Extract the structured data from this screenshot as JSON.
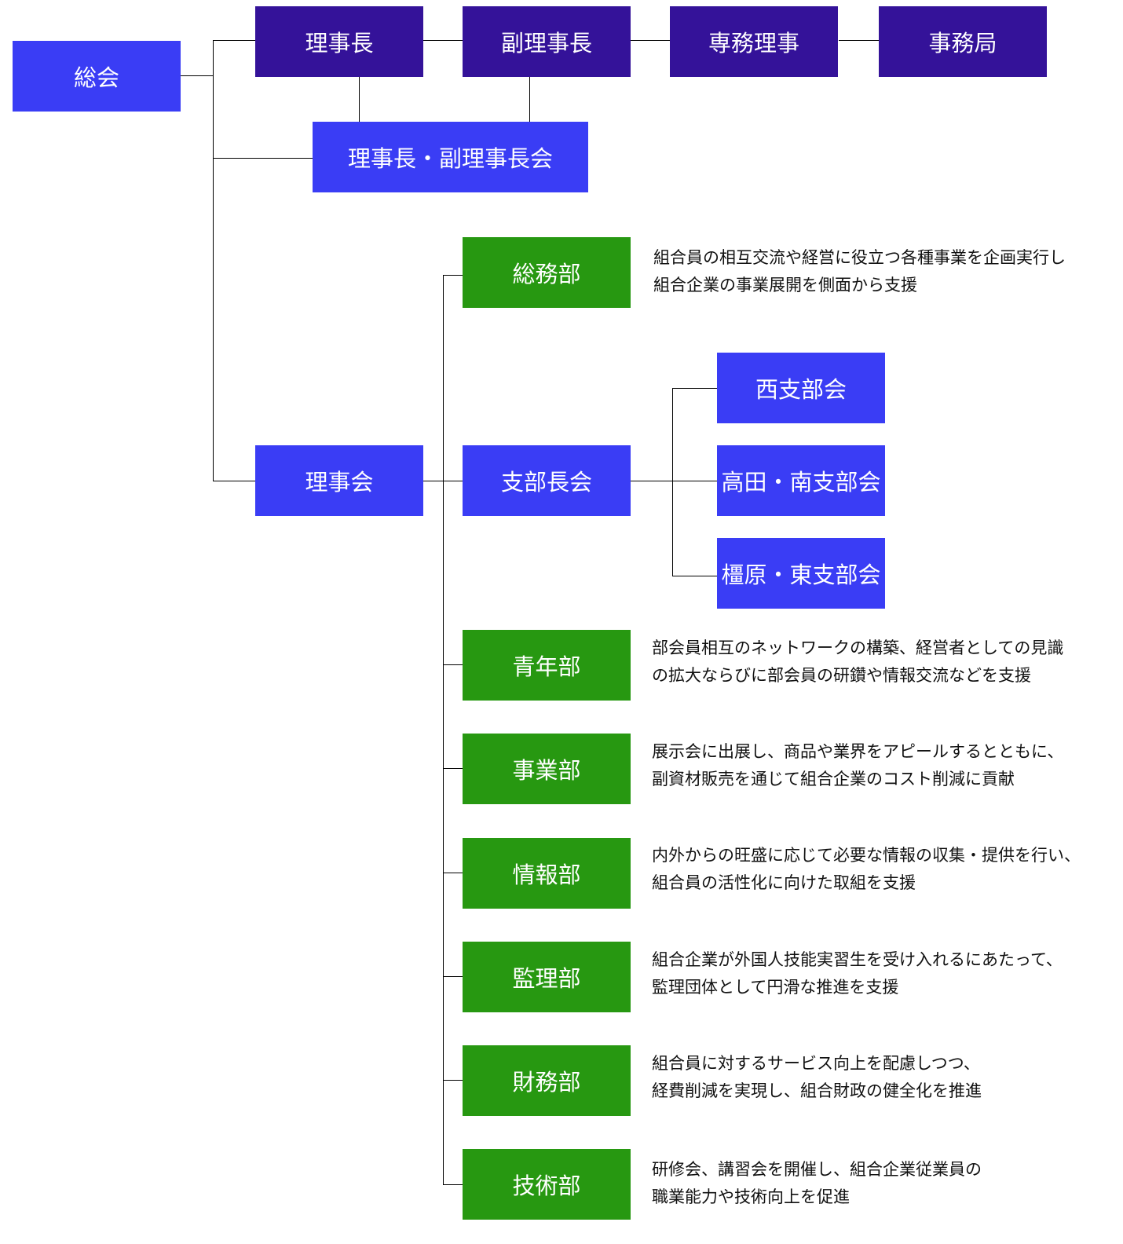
{
  "nodes": {
    "soukai": "総会",
    "rijicho": "理事長",
    "fukurijicho": "副理事長",
    "senmuriji": "専務理事",
    "jimukyoku": "事務局",
    "rijicho_fukurijicho_kai": "理事長・副理事長会",
    "rijikai": "理事会",
    "shibuchokai": "支部長会",
    "nishi": "西支部会",
    "takada_minami": "高田・南支部会",
    "kashihara_higashi": "橿原・東支部会"
  },
  "departments": [
    {
      "name": "総務部",
      "desc": [
        "組合員の相互交流や経営に役立つ各種事業を企画実行し",
        "組合企業の事業展開を側面から支援"
      ]
    },
    {
      "name": "青年部",
      "desc": [
        "部会員相互のネットワークの構築、経営者としての見識",
        "の拡大ならびに部会員の研鑽や情報交流などを支援"
      ]
    },
    {
      "name": "事業部",
      "desc": [
        "展示会に出展し、商品や業界をアピールするとともに、",
        "副資材販売を通じて組合企業のコスト削減に貢献"
      ]
    },
    {
      "name": "情報部",
      "desc": [
        "内外からの旺盛に応じて必要な情報の収集・提供を行い、",
        "組合員の活性化に向けた取組を支援"
      ]
    },
    {
      "name": "監理部",
      "desc": [
        "組合企業が外国人技能実習生を受け入れるにあたって、",
        "監理団体として円滑な推進を支援"
      ]
    },
    {
      "name": "財務部",
      "desc": [
        "組合員に対するサービス向上を配慮しつつ、",
        "経費削減を実現し、組合財政の健全化を推進"
      ]
    },
    {
      "name": "技術部",
      "desc": [
        "研修会、講習会を開催し、組合企業従業員の",
        "職業能力や技術向上を促進"
      ]
    }
  ],
  "colors": {
    "blue": "#3a3df5",
    "navy": "#341299",
    "green": "#279811"
  }
}
